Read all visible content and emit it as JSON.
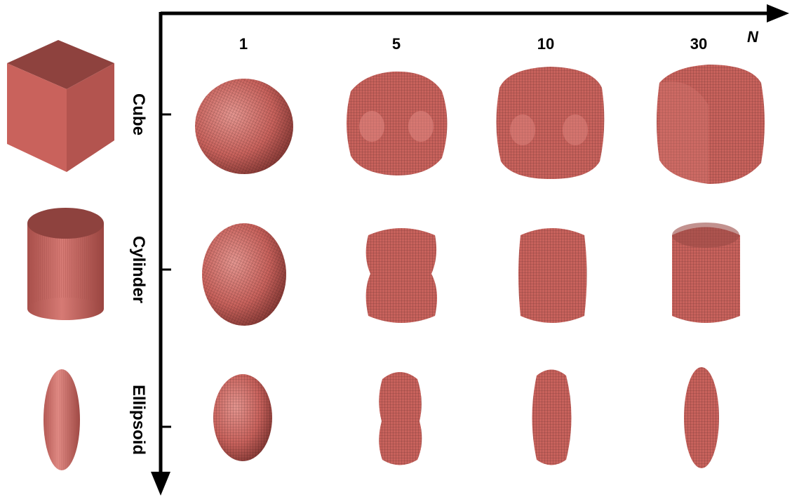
{
  "axis": {
    "n_label": "N",
    "n_values": [
      "1",
      "5",
      "10",
      "30"
    ]
  },
  "rows": [
    {
      "label": "Cube"
    },
    {
      "label": "Cylinder"
    },
    {
      "label": "Ellipsoid"
    }
  ],
  "colors": {
    "surface": "#c8625c",
    "surface_light": "#e08a84",
    "surface_dark": "#8a3d38",
    "top_face": "#9a4a45",
    "side_face": "#b95752",
    "front_face": "#d06b65",
    "axis": "#000000"
  }
}
